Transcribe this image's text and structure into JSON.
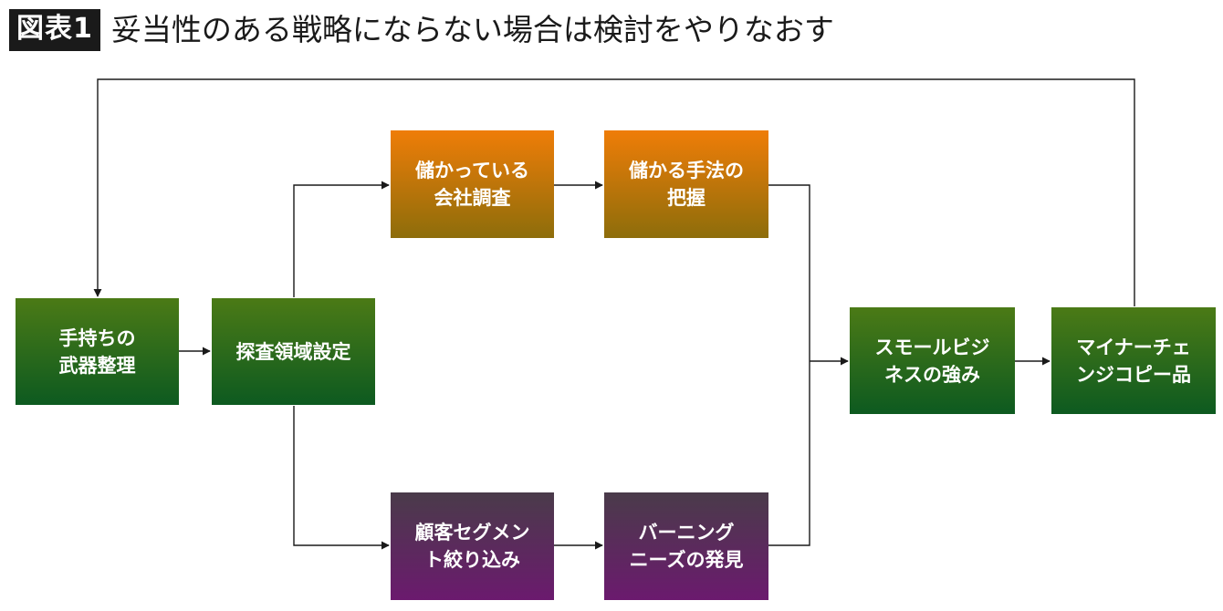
{
  "title": {
    "badge": "図表1",
    "text": "妥当性のある戦略にならない場合は検討をやりなおす"
  },
  "nodes": {
    "weapons": "手持ちの\n武器整理",
    "exploration": "探査領域設定",
    "profitable_companies": "儲かっている\n会社調査",
    "profitable_methods": "儲かる手法の\n把握",
    "customer_segment": "顧客セグメン\nト絞り込み",
    "barning_needs": "バーニング\nニーズの発見",
    "small_business": "スモールビジ\nネスの強み",
    "minor_change": "マイナーチェ\nンジコピー品"
  },
  "colors": {
    "green": "#0d5a20",
    "orange": "#ef7d08",
    "purple": "#6b1a6e",
    "line": "#1a1a1a"
  }
}
